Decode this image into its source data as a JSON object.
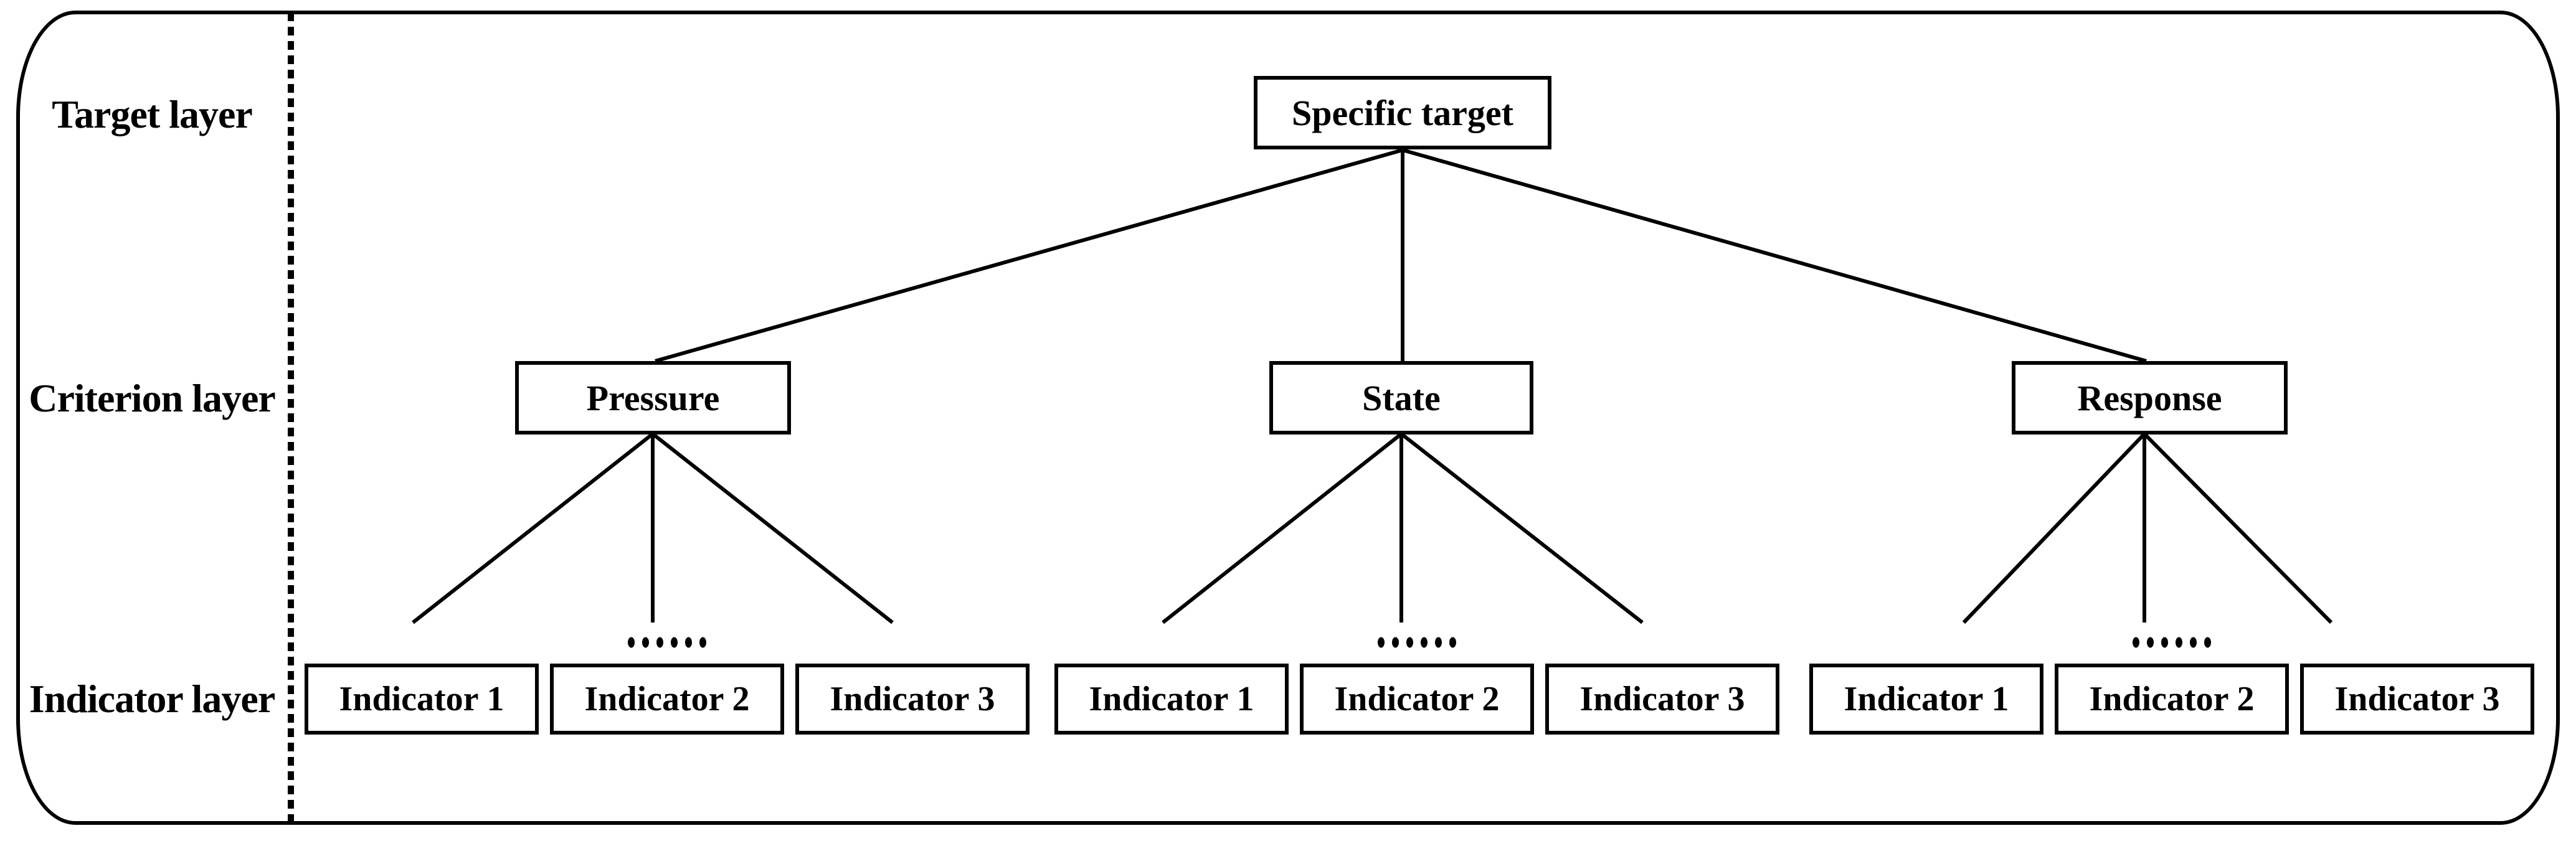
{
  "figure": {
    "layers": [
      {
        "label": "Target layer"
      },
      {
        "label": "Criterion layer"
      },
      {
        "label": "Indicator layer"
      }
    ],
    "target": {
      "label": "Specific target"
    },
    "criteria": [
      {
        "label": "Pressure",
        "ellipsis": "......",
        "indicators": [
          "Indicator 1",
          "Indicator 2",
          "Indicator 3"
        ]
      },
      {
        "label": "State",
        "ellipsis": "......",
        "indicators": [
          "Indicator 1",
          "Indicator 2",
          "Indicator 3"
        ]
      },
      {
        "label": "Response",
        "ellipsis": "......",
        "indicators": [
          "Indicator 1",
          "Indicator 2",
          "Indicator 3"
        ]
      }
    ],
    "colors": {
      "line": "#000000",
      "box_background": "#ffffff",
      "text": "#000000",
      "page_background": "#ffffff"
    }
  }
}
